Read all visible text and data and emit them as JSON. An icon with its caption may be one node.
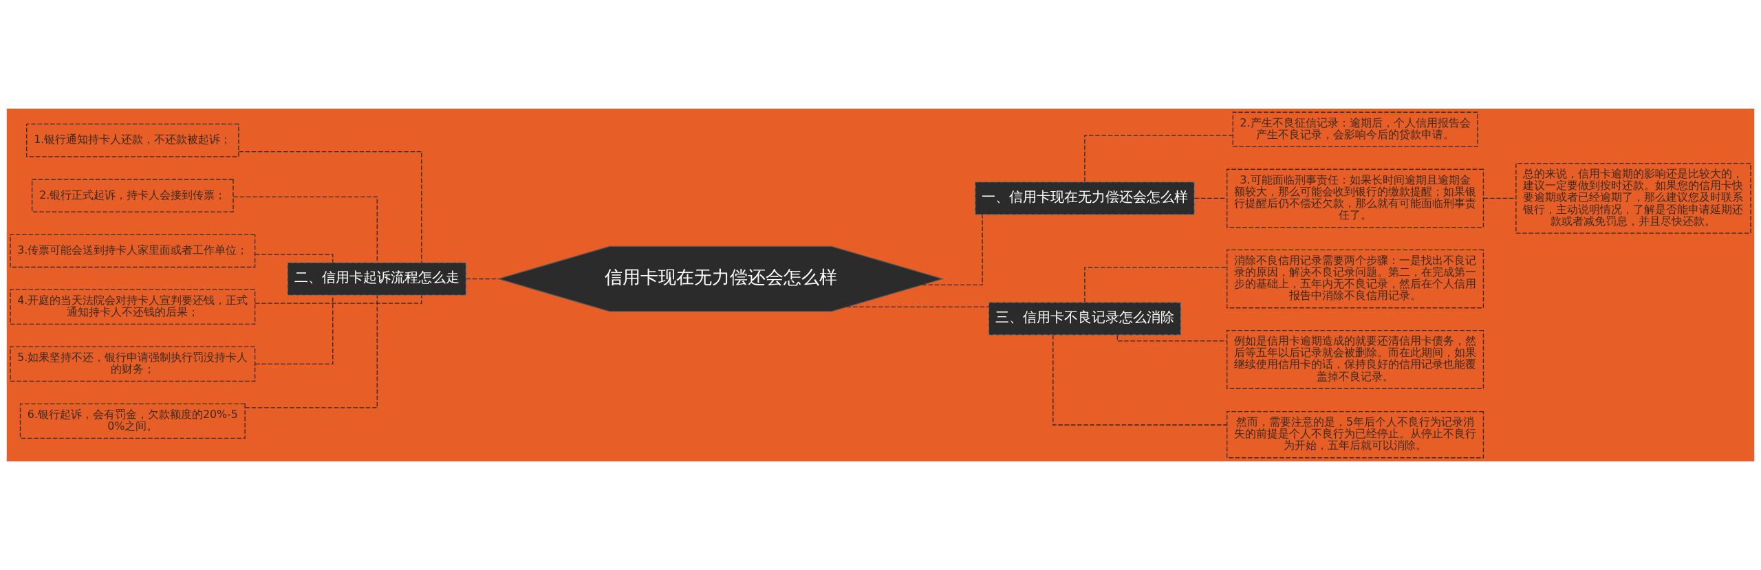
{
  "diagram": {
    "nodes": [
      {
        "text": [
          "信用卡现在无力偿还会怎么样"
        ]
      },
      {
        "text": [
          "一、信用卡现在无力偿还会怎么样"
        ]
      },
      {
        "text": [
          "2.产生不良征信记录：逾期后，个人信用报告会产生不良记录，会影响今后的贷款申请。"
        ]
      },
      {
        "text": [
          "3.可能面临刑事责任：如果长时间逾期且逾期金额较大，那么可能会收到银行的缴款提醒；如果银行提醒后仍不偿还欠款，那么就有可能面临刑事责任了。"
        ]
      },
      {
        "text": [
          "总的来说，信用卡逾期的影响还是比较大的，建议一定要做到按时还款。如果您的信用卡快要逾期或者已经逾期了，那么建议您及时联系银行，主动说明情况，了解是否能申请延期还款或者减免罚息，并且尽快还款。"
        ]
      },
      {
        "text": [
          "二、信用卡起诉流程怎么走"
        ]
      },
      {
        "text": [
          "1.银行通知持卡人还款，不还款被起诉；"
        ]
      },
      {
        "text": [
          "2.银行正式起诉，持卡人会接到传票；"
        ]
      },
      {
        "text": [
          "3.传票可能会送到持卡人家里面或者工作单位；"
        ]
      },
      {
        "text": [
          "4.开庭的当天法院会对持卡人宣判要还钱，正式通知持卡人不还钱的后果；"
        ]
      },
      {
        "text": [
          "5.如果坚持不还，银行申请强制执行罚没持卡人的财务；"
        ]
      },
      {
        "text": [
          "6.银行起诉，会有罚金，欠款额度的20%-50%之间。"
        ]
      },
      {
        "text": [
          "三、信用卡不良记录怎么消除"
        ]
      },
      {
        "text": [
          "消除不良信用记录需要两个步骤：一是找出不良记录的原因，解决不良记录问题。第二，在完成第一步的基础上，五年内无不良记录，然后在个人信用报告中消除不良信用记录。"
        ]
      },
      {
        "text": [
          "例如是信用卡逾期造成的就要还清信用卡债务，然后等五年以后记录就会被删除。而在此期间，如果继续使用信用卡的话，保持良好的信用记录也能覆盖掉不良记录。"
        ]
      },
      {
        "text": [
          "然而，需要注意的是，5年后个人不良行为记录消失的前提是个人不良行为已经停止。从停止不良行为开始，五年后就可以消除。"
        ]
      }
    ],
    "edges": [
      {
        "from": 0,
        "to": 1,
        "arrow": "none",
        "style": "dashed"
      },
      {
        "from": 1,
        "to": 2,
        "arrow": "none",
        "style": "dashed"
      },
      {
        "from": 1,
        "to": 3,
        "arrow": "none",
        "style": "dashed"
      },
      {
        "from": 3,
        "to": 4,
        "arrow": "none",
        "style": "dashed"
      },
      {
        "from": 0,
        "to": 5,
        "arrow": "none",
        "style": "dashed"
      },
      {
        "from": 5,
        "to": 6,
        "arrow": "none",
        "style": "dashed"
      },
      {
        "from": 5,
        "to": 7,
        "arrow": "none",
        "style": "dashed"
      },
      {
        "from": 5,
        "to": 8,
        "arrow": "none",
        "style": "dashed"
      },
      {
        "from": 5,
        "to": 9,
        "arrow": "none",
        "style": "dashed"
      },
      {
        "from": 5,
        "to": 10,
        "arrow": "none",
        "style": "dashed"
      },
      {
        "from": 5,
        "to": 11,
        "arrow": "none",
        "style": "dashed"
      },
      {
        "from": 0,
        "to": 12,
        "arrow": "none",
        "style": "dashed"
      },
      {
        "from": 12,
        "to": 13,
        "arrow": "none",
        "style": "dashed"
      },
      {
        "from": 12,
        "to": 14,
        "arrow": "none",
        "style": "dashed"
      },
      {
        "from": 12,
        "to": 15,
        "arrow": "none",
        "style": "dashed"
      }
    ]
  }
}
